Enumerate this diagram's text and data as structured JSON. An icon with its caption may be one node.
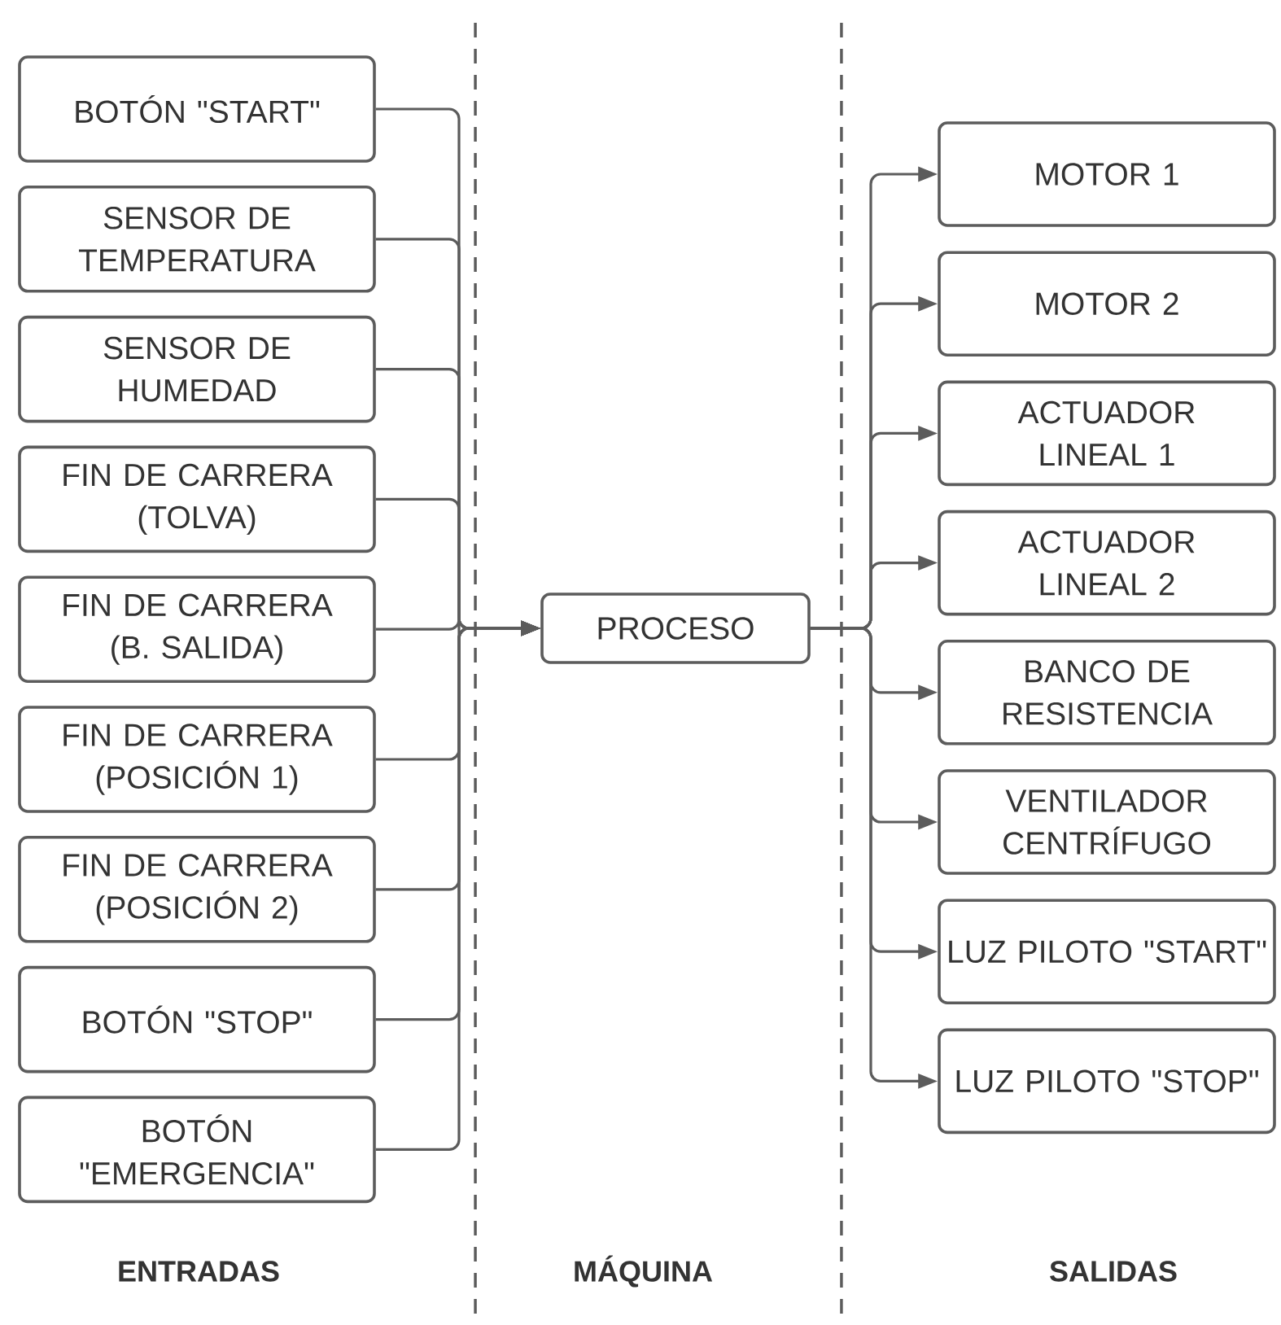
{
  "diagram": {
    "nodes": [
      {
        "text": [
          "BOTÓN \"START\""
        ]
      },
      {
        "text": [
          "SENSOR DE TEMPERATURA"
        ]
      },
      {
        "text": [
          "SENSOR DE HUMEDAD"
        ]
      },
      {
        "text": [
          "FIN DE CARRERA (TOLVA)"
        ]
      },
      {
        "text": [
          "FIN DE CARRERA (B. SALIDA)"
        ]
      },
      {
        "text": [
          "FIN DE CARRERA (POSICIÓN 1)"
        ]
      },
      {
        "text": [
          "FIN DE CARRERA (POSICIÓN 2)"
        ]
      },
      {
        "text": [
          "BOTÓN \"STOP\""
        ]
      },
      {
        "text": [
          "BOTÓN \"EMERGENCIA\""
        ]
      },
      {
        "text": [
          "PROCESO"
        ]
      },
      {
        "text": [
          "MOTOR 1"
        ]
      },
      {
        "text": [
          "MOTOR 2"
        ]
      },
      {
        "text": [
          "ACTUADOR LINEAL 1"
        ]
      },
      {
        "text": [
          "ACTUADOR LINEAL 2"
        ]
      },
      {
        "text": [
          "BANCO DE RESISTENCIA"
        ]
      },
      {
        "text": [
          "VENTILADOR CENTRÍFUGO"
        ]
      },
      {
        "text": [
          "LUZ PILOTO \"START\""
        ]
      },
      {
        "text": [
          "LUZ PILOTO \"STOP\""
        ]
      }
    ],
    "edges": [
      {
        "from": 0,
        "to": 9,
        "arrow": "to"
      },
      {
        "from": 1,
        "to": 9,
        "arrow": "to"
      },
      {
        "from": 2,
        "to": 9,
        "arrow": "to"
      },
      {
        "from": 3,
        "to": 9,
        "arrow": "to"
      },
      {
        "from": 4,
        "to": 9,
        "arrow": "to"
      },
      {
        "from": 5,
        "to": 9,
        "arrow": "to"
      },
      {
        "from": 6,
        "to": 9,
        "arrow": "to"
      },
      {
        "from": 7,
        "to": 9,
        "arrow": "to"
      },
      {
        "from": 8,
        "to": 9,
        "arrow": "to"
      },
      {
        "from": 9,
        "to": 10,
        "arrow": "to"
      },
      {
        "from": 9,
        "to": 11,
        "arrow": "to"
      },
      {
        "from": 9,
        "to": 12,
        "arrow": "to"
      },
      {
        "from": 9,
        "to": 13,
        "arrow": "to"
      },
      {
        "from": 9,
        "to": 14,
        "arrow": "to"
      },
      {
        "from": 9,
        "to": 15,
        "arrow": "to"
      },
      {
        "from": 9,
        "to": 16,
        "arrow": "to"
      },
      {
        "from": 9,
        "to": 17,
        "arrow": "to"
      }
    ],
    "labels": [
      "ENTRADAS",
      "MÁQUINA",
      "SALIDAS"
    ]
  }
}
